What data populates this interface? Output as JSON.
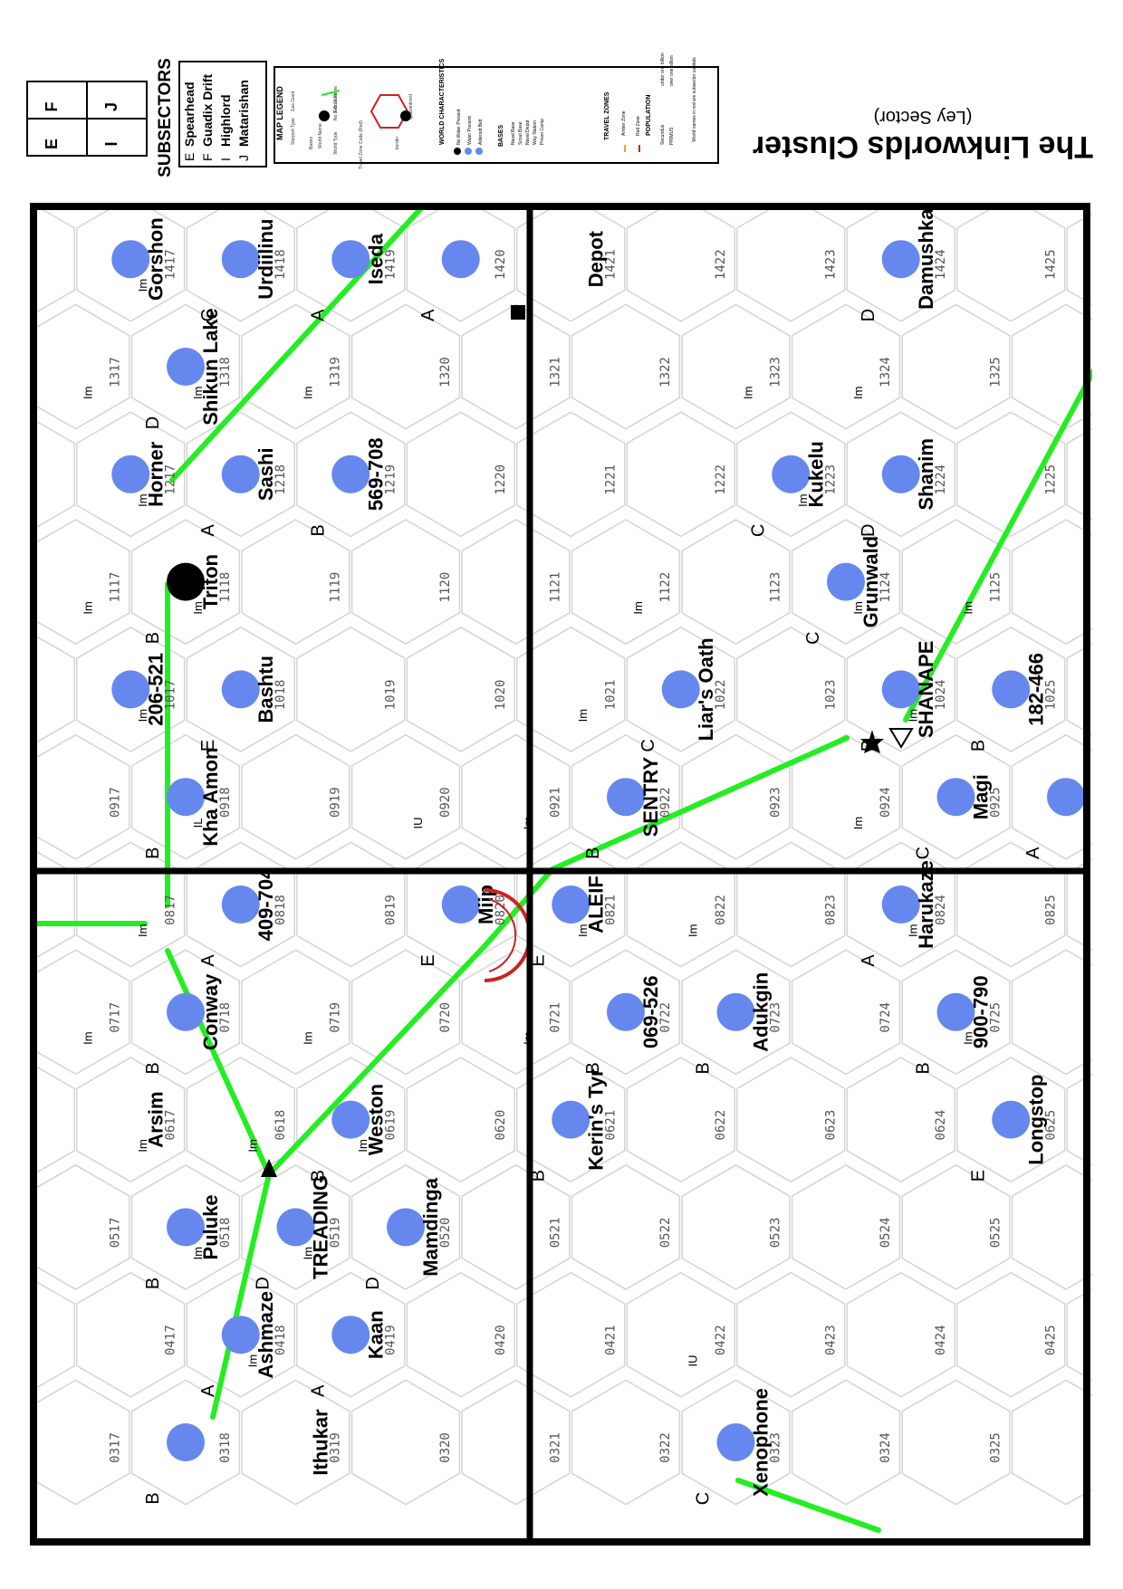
{
  "title": "The Linkworlds Cluster",
  "subtitle": "(Ley Sector)",
  "subsectors_heading": "SUBSECTORS",
  "subsector_grid": [
    [
      "E",
      "F"
    ],
    [
      "I",
      "J"
    ]
  ],
  "subsectors": [
    {
      "code": "E",
      "name": "Spearhead"
    },
    {
      "code": "F",
      "name": "Guadix Drift"
    },
    {
      "code": "I",
      "name": "Highlord"
    },
    {
      "code": "J",
      "name": "Matarishan"
    }
  ],
  "legend": {
    "map_legend": "MAP LEGEND",
    "legend_small_labels": [
      "Starport Type",
      "Gas Giant",
      "Bases",
      "World Name",
      "X-Boat Route",
      "World Type",
      "No Gas Giant",
      "Travel Zone Code (Red)",
      "Quarantined",
      "border"
    ],
    "world_characteristics": "WORLD CHARACTERISTICS",
    "world_items": [
      "No Water Present",
      "Water Present",
      "Asteroid Belt"
    ],
    "bases": "BASES",
    "base_items": [
      "Naval Base",
      "Scout Base",
      "Naval Depot",
      "Way Station",
      "Prison Camp"
    ],
    "travel_zones": "TRAVEL ZONES",
    "zone_items": [
      "Amber Zone",
      "Red Zone"
    ],
    "population": "POPULATION",
    "population_items": [
      "Secundus",
      "PRIMUS",
      "under one billion",
      "over one billion"
    ],
    "capitals_note": "World names in red are subsector capitals"
  },
  "colors": {
    "water": "#6688ee",
    "route": "#22ee22",
    "zone_red": "#cc2222",
    "grid": "#d4d4d4",
    "border": "#000000"
  },
  "worlds": [
    {
      "hex": "0318",
      "name": "",
      "starport": "B",
      "type": "water",
      "code": ""
    },
    {
      "hex": "0319",
      "name": "Ithukar",
      "starport": "",
      "type": "",
      "code": "Im"
    },
    {
      "hex": "0418",
      "name": "Ashmaze",
      "starport": "A",
      "type": "water",
      "code": "Im"
    },
    {
      "hex": "0419",
      "name": "Kaan",
      "starport": "A",
      "type": "water",
      "code": "Im"
    },
    {
      "hex": "0518",
      "name": "Puluke",
      "starport": "B",
      "type": "water",
      "code": "Im"
    },
    {
      "hex": "0519",
      "name": "TREADING",
      "starport": "D",
      "type": "water",
      "code": "Im"
    },
    {
      "hex": "0520",
      "name": "Mamdinga",
      "starport": "D",
      "type": "water",
      "code": "Im"
    },
    {
      "hex": "0617",
      "name": "Arsim",
      "starport": "",
      "type": "",
      "code": "Im"
    },
    {
      "hex": "0619",
      "name": "Weston",
      "starport": "B",
      "type": "water",
      "code": "Im"
    },
    {
      "hex": "0621",
      "name": "",
      "starport": "B",
      "type": "water",
      "code": ""
    },
    {
      "hex": "0718",
      "name": "Conway",
      "starport": "B",
      "type": "water",
      "code": "Im"
    },
    {
      "hex": "0818",
      "name": "409-704",
      "starport": "A",
      "type": "water",
      "code": "IL"
    },
    {
      "hex": "0820",
      "name": "Miip",
      "starport": "E",
      "type": "water",
      "code": "IU"
    },
    {
      "hex": "0821",
      "name": "ALEIF",
      "starport": "E",
      "type": "water",
      "code": "Im"
    },
    {
      "hex": "0918",
      "name": "Kha Amon",
      "starport": "B",
      "type": "water",
      "code": "Im"
    },
    {
      "hex": "0922",
      "name": "SENTRY",
      "starport": "B",
      "type": "water",
      "code": "Im"
    },
    {
      "hex": "0925",
      "name": "Magi",
      "starport": "C",
      "type": "water",
      "code": "Im"
    },
    {
      "hex": "0926",
      "name": "",
      "starport": "A",
      "type": "water",
      "code": ""
    },
    {
      "hex": "1017",
      "name": "206-521",
      "starport": "",
      "type": "water",
      "code": "Im"
    },
    {
      "hex": "1018",
      "name": "Bashtu",
      "starport": "E",
      "type": "water",
      "code": "Im"
    },
    {
      "hex": "1022",
      "name": "Liar's Oath",
      "starport": "C",
      "type": "water",
      "code": "Im"
    },
    {
      "hex": "1024",
      "name": "SHANAPE",
      "starport": "B",
      "type": "water",
      "code": "Im"
    },
    {
      "hex": "1025",
      "name": "182-466",
      "starport": "B",
      "type": "water",
      "code": "Im"
    },
    {
      "hex": "1118",
      "name": "Triton",
      "starport": "B",
      "type": "dry",
      "code": "Im"
    },
    {
      "hex": "1124",
      "name": "Grunwald",
      "starport": "C",
      "type": "water",
      "code": "Im"
    },
    {
      "hex": "1217",
      "name": "Horner",
      "starport": "",
      "type": "water",
      "code": "Im"
    },
    {
      "hex": "1218",
      "name": "Sashi",
      "starport": "A",
      "type": "water",
      "code": "Im"
    },
    {
      "hex": "1219",
      "name": "569-708",
      "starport": "B",
      "type": "water",
      "code": "Im"
    },
    {
      "hex": "1223",
      "name": "Kukelu",
      "starport": "C",
      "type": "water",
      "code": "Im"
    },
    {
      "hex": "1224",
      "name": "Shanim",
      "starport": "D",
      "type": "water",
      "code": "Im"
    },
    {
      "hex": "1318",
      "name": "Shikun Lake",
      "starport": "D",
      "type": "water",
      "code": "Im"
    },
    {
      "hex": "1417",
      "name": "Gorshon",
      "starport": "",
      "type": "water",
      "code": "Im"
    },
    {
      "hex": "1418",
      "name": "Urdiilinu",
      "starport": "C",
      "type": "water",
      "code": "Im"
    },
    {
      "hex": "1419",
      "name": "Iseda",
      "starport": "A",
      "type": "water",
      "code": "Im"
    },
    {
      "hex": "1420",
      "name": "",
      "starport": "A",
      "type": "water",
      "code": ""
    },
    {
      "hex": "1421",
      "name": "Depot",
      "starport": "",
      "type": "",
      "code": "Im"
    },
    {
      "hex": "1424",
      "name": "Damushka",
      "starport": "D",
      "type": "water",
      "code": "Im"
    },
    {
      "hex": "0621",
      "name": "Kerin's Tyr",
      "starport": "",
      "type": "",
      "code": "Im"
    },
    {
      "hex": "0722",
      "name": "069-526",
      "starport": "B",
      "type": "water",
      "code": "Im"
    },
    {
      "hex": "0723",
      "name": "Adukgin",
      "starport": "B",
      "type": "water",
      "code": "Im"
    },
    {
      "hex": "0824",
      "name": "Harukaze",
      "starport": "A",
      "type": "water",
      "code": "Im"
    },
    {
      "hex": "0725",
      "name": "900-790",
      "starport": "B",
      "type": "water",
      "code": "Im"
    },
    {
      "hex": "0625",
      "name": "Longstop",
      "starport": "E",
      "type": "water",
      "code": "Im"
    },
    {
      "hex": "0323",
      "name": "Xenophone",
      "starport": "C",
      "type": "water",
      "code": "IU"
    }
  ]
}
